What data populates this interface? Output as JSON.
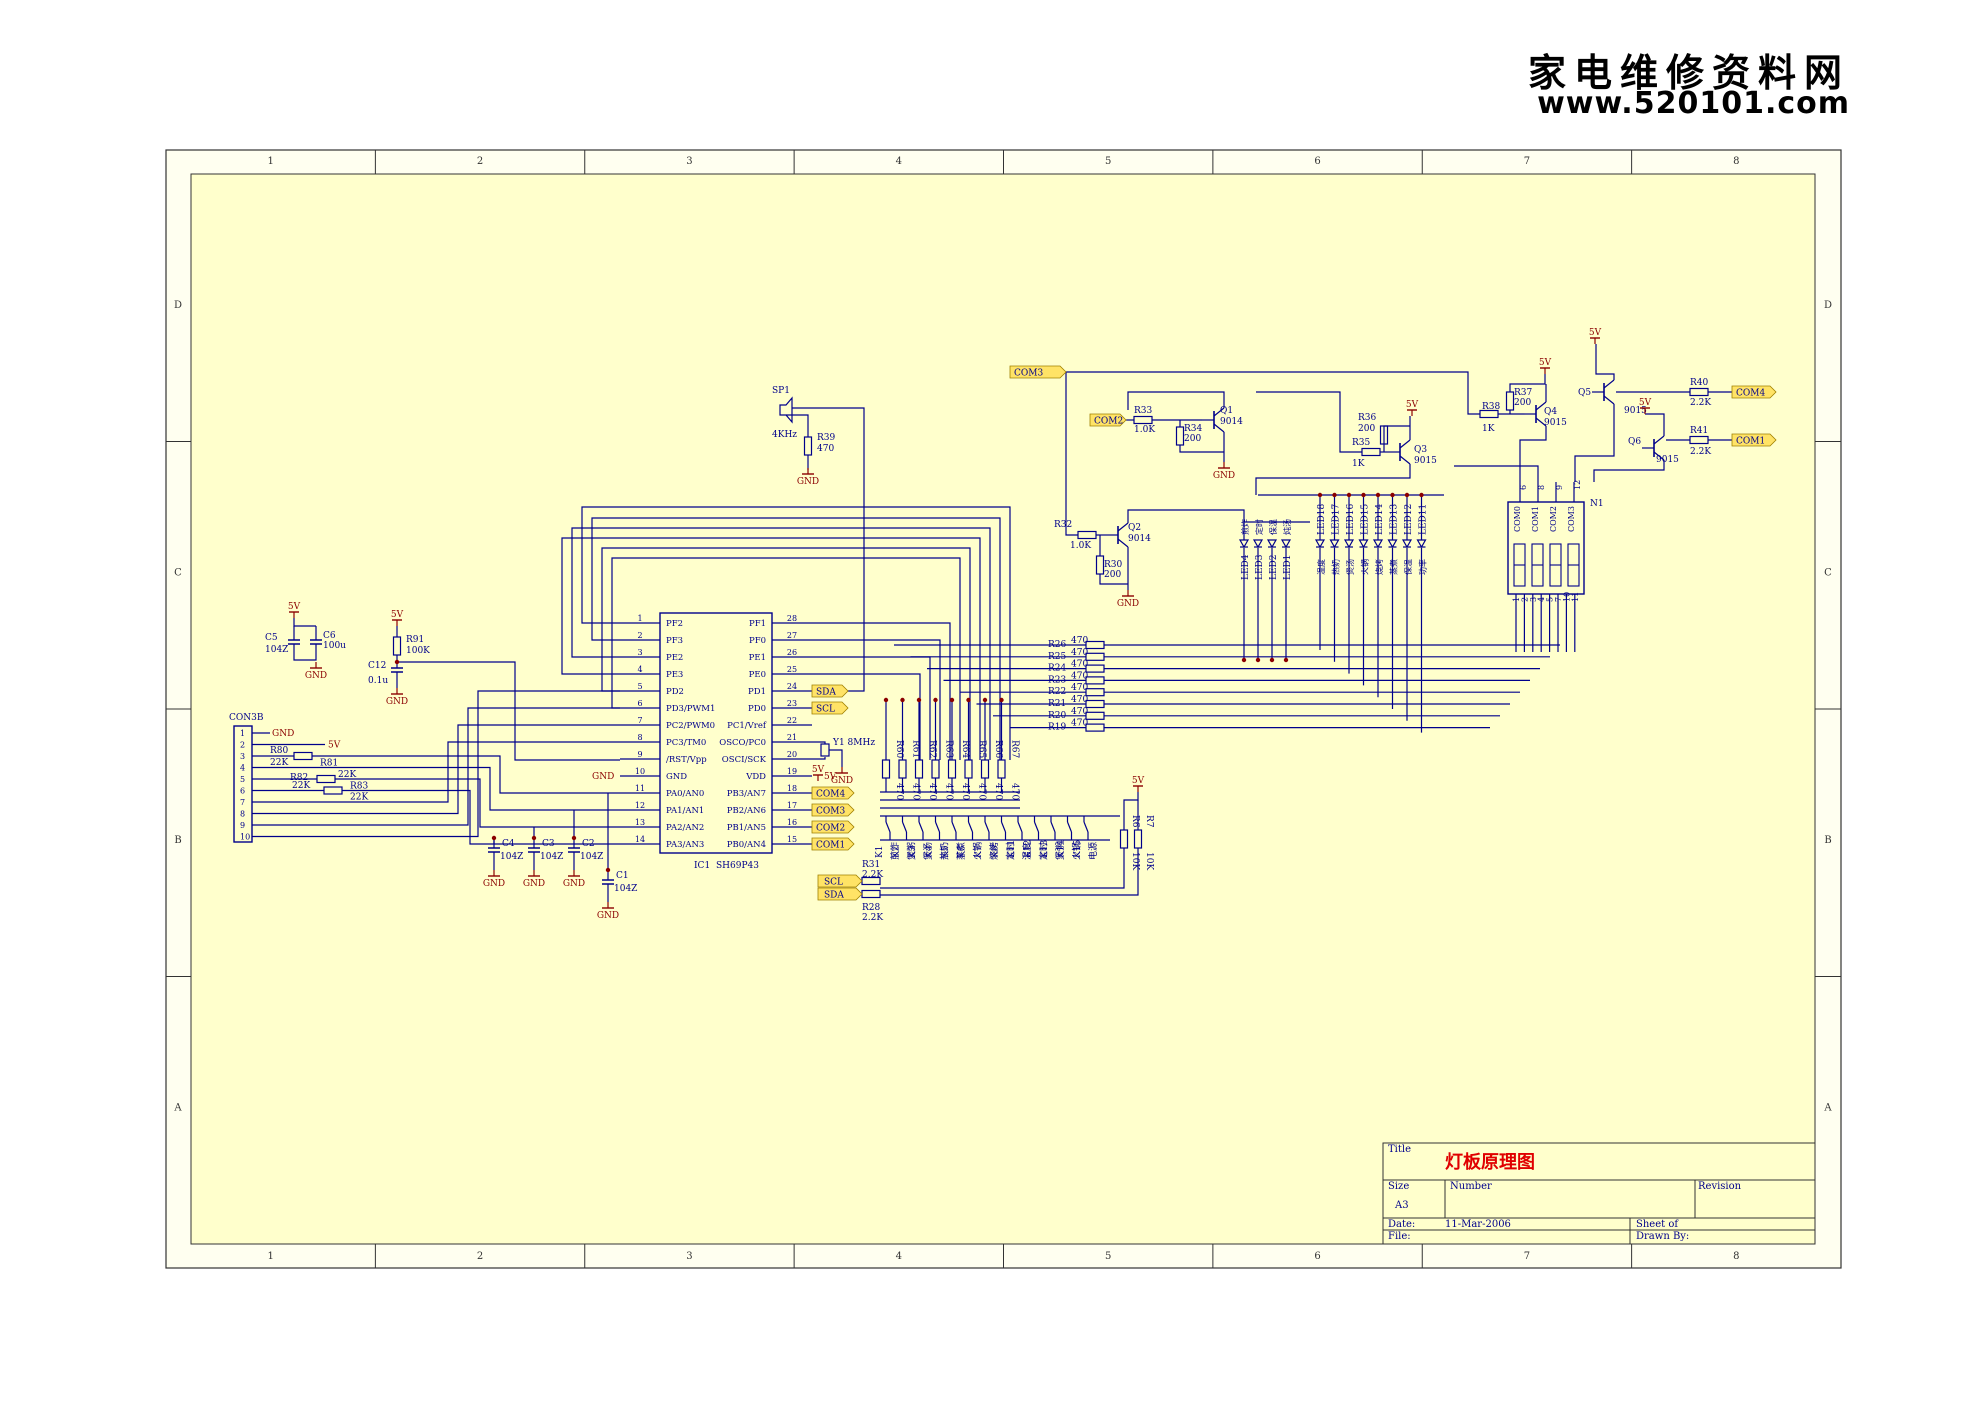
{
  "watermark": {
    "cn": "家电维修资料网",
    "url": "www.520101.com"
  },
  "colors": {
    "paper": "#ffffcc",
    "wire": "#00008b",
    "text": "#00008b",
    "power": "#8b0000",
    "tag_fill": "#ffe366",
    "frame": "#333333",
    "junction": "#8b0000"
  },
  "frame": {
    "cols": [
      "1",
      "2",
      "3",
      "4",
      "5",
      "6",
      "7",
      "8"
    ],
    "rows": [
      "D",
      "C",
      "B",
      "A"
    ]
  },
  "title_block": {
    "title_label": "Title",
    "title": "灯板原理图",
    "size_label": "Size",
    "size": "A3",
    "number_label": "Number",
    "revision_label": "Revision",
    "date_label": "Date:",
    "date": "11-Mar-2006",
    "sheet_label": "Sheet    of",
    "file_label": "File:",
    "drawn_label": "Drawn By:"
  },
  "ic1": {
    "ref": "IC1",
    "part": "SH69P43",
    "left_pins": [
      {
        "n": "1",
        "name": "PF2"
      },
      {
        "n": "2",
        "name": "PF3"
      },
      {
        "n": "3",
        "name": "PE2"
      },
      {
        "n": "4",
        "name": "PE3"
      },
      {
        "n": "5",
        "name": "PD2"
      },
      {
        "n": "6",
        "name": "PD3/PWM1"
      },
      {
        "n": "7",
        "name": "PC2/PWM0"
      },
      {
        "n": "8",
        "name": "PC3/TM0"
      },
      {
        "n": "9",
        "name": "/RST/Vpp"
      },
      {
        "n": "10",
        "name": "GND"
      },
      {
        "n": "11",
        "name": "PA0/AN0"
      },
      {
        "n": "12",
        "name": "PA1/AN1"
      },
      {
        "n": "13",
        "name": "PA2/AN2"
      },
      {
        "n": "14",
        "name": "PA3/AN3"
      }
    ],
    "right_pins": [
      {
        "n": "28",
        "name": "PF1"
      },
      {
        "n": "27",
        "name": "PF0"
      },
      {
        "n": "26",
        "name": "PE1"
      },
      {
        "n": "25",
        "name": "PE0"
      },
      {
        "n": "24",
        "name": "PD1"
      },
      {
        "n": "23",
        "name": "PD0"
      },
      {
        "n": "22",
        "name": "PC1/Vref"
      },
      {
        "n": "21",
        "name": "OSCO/PC0"
      },
      {
        "n": "20",
        "name": "OSCI/SCK"
      },
      {
        "n": "19",
        "name": "VDD"
      },
      {
        "n": "18",
        "name": "PB3/AN7"
      },
      {
        "n": "17",
        "name": "PB2/AN6"
      },
      {
        "n": "16",
        "name": "PB1/AN5"
      },
      {
        "n": "15",
        "name": "PB0/AN4"
      }
    ]
  },
  "ic_net_tags": {
    "t24": "SDA",
    "t23": "SCL",
    "t18": "COM4",
    "t17": "COM3",
    "t16": "COM2",
    "t15": "COM1"
  },
  "misc": {
    "gnd": "GND",
    "v5": "5V",
    "y1": "Y1  8MHz",
    "sp1": "SP1",
    "sp1_freq": "4KHz"
  },
  "con3b": {
    "ref": "CON3B",
    "pins": [
      "1",
      "2",
      "3",
      "4",
      "5",
      "6",
      "7",
      "8",
      "9",
      "10"
    ]
  },
  "power_parts": {
    "c5": "C5",
    "c5v": "104Z",
    "c6": "C6",
    "c6v": "100u",
    "r91": "R91",
    "r91v": "100K",
    "c12": "C12",
    "c12v": "0.1u",
    "r39": "R39",
    "r39v": "470"
  },
  "con_resistors": {
    "r80": "R80",
    "r80v": "22K",
    "r81": "R81",
    "r81v": "22K",
    "r82": "R82",
    "r82v": "22K",
    "r83": "R83",
    "r83v": "22K"
  },
  "bottom_caps": {
    "c4": "C4",
    "c4v": "104Z",
    "c3": "C3",
    "c3v": "104Z",
    "c2": "C2",
    "c2v": "104Z",
    "c1": "C1",
    "c1v": "104Z"
  },
  "row_resistors": [
    {
      "ref": "R26",
      "val": "470"
    },
    {
      "ref": "R25",
      "val": "470"
    },
    {
      "ref": "R24",
      "val": "470"
    },
    {
      "ref": "R23",
      "val": "470"
    },
    {
      "ref": "R22",
      "val": "470"
    },
    {
      "ref": "R21",
      "val": "470"
    },
    {
      "ref": "R20",
      "val": "470"
    },
    {
      "ref": "R19",
      "val": "470"
    }
  ],
  "col_resistors": [
    {
      "ref": "R60",
      "val": "470"
    },
    {
      "ref": "R61",
      "val": "470"
    },
    {
      "ref": "R62",
      "val": "470"
    },
    {
      "ref": "R63",
      "val": "470"
    },
    {
      "ref": "R64",
      "val": "470"
    },
    {
      "ref": "R65",
      "val": "470"
    },
    {
      "ref": "R66",
      "val": "470"
    },
    {
      "ref": "R67",
      "val": "470"
    }
  ],
  "keys": [
    {
      "ref": "K1",
      "label": "煎炸"
    },
    {
      "ref": "K2",
      "label": "煲粥"
    },
    {
      "ref": "K3",
      "label": "煲汤"
    },
    {
      "ref": "K4",
      "label": "热奶"
    },
    {
      "ref": "K5",
      "label": "蒸煮"
    },
    {
      "ref": "K6",
      "label": "火锅"
    },
    {
      "ref": "K7",
      "label": "烧烤"
    },
    {
      "ref": "K8",
      "label": "定时"
    },
    {
      "ref": "K11",
      "label": "温度"
    },
    {
      "ref": "K12",
      "label": "定时"
    },
    {
      "ref": "K13",
      "label": "煲粥"
    },
    {
      "ref": "K14",
      "label": "火锅"
    },
    {
      "ref": "K15",
      "label": "电源"
    }
  ],
  "pull_resistors": {
    "r6": "R6",
    "r6v": "10K",
    "r7": "R7",
    "r7v": "10K",
    "r31": "R31",
    "r31v": "2.2K",
    "r28": "R28",
    "r28v": "2.2K",
    "scl": "SCL",
    "sda": "SDA"
  },
  "leds_left": [
    {
      "ref": "LED4",
      "label": "煎炸"
    },
    {
      "ref": "LED3",
      "label": "定时"
    },
    {
      "ref": "LED2",
      "label": "保温"
    },
    {
      "ref": "LED1",
      "label": "炖汤"
    }
  ],
  "leds_right": [
    {
      "ref": "LED18",
      "label": "温度"
    },
    {
      "ref": "LED17",
      "label": "热奶"
    },
    {
      "ref": "LED16",
      "label": "煲汤"
    },
    {
      "ref": "LED15",
      "label": "火锅"
    },
    {
      "ref": "LED14",
      "label": "烧烤"
    },
    {
      "ref": "LED13",
      "label": "蒸煮"
    },
    {
      "ref": "LED12",
      "label": "保温"
    },
    {
      "ref": "LED11",
      "label": "功率"
    }
  ],
  "display": {
    "ref": "N1",
    "coms": [
      "COM0",
      "COM1",
      "COM2",
      "COM3"
    ],
    "top_pins": [
      "6",
      "8",
      "9",
      "12"
    ],
    "bottom_pins": [
      "1",
      "2",
      "3",
      "4",
      "5",
      "7",
      "10",
      "11"
    ]
  },
  "transistors": {
    "q1": "Q1",
    "q1v": "9014",
    "q2": "Q2",
    "q2v": "9014",
    "q3": "Q3",
    "q3v": "9015",
    "q4": "Q4",
    "q4v": "9015",
    "q5": "Q5",
    "q5v": "9015",
    "q6": "Q6",
    "q6v": "9015",
    "r30": "R30",
    "r30v": "200",
    "r32": "R32",
    "r32v": "1.0K",
    "r33": "R33",
    "r33v": "1.0K",
    "r34": "R34",
    "r34v": "200",
    "r35": "R35",
    "r35v": "1K",
    "r36": "R36",
    "r36v": "200",
    "r37": "R37",
    "r37v": "200",
    "r38": "R38",
    "r38v": "1K",
    "r40": "R40",
    "r40v": "2.2K",
    "r41": "R41",
    "r41v": "2.2K",
    "com3": "COM3",
    "com2": "COM2",
    "com4": "COM4",
    "com1": "COM1"
  }
}
